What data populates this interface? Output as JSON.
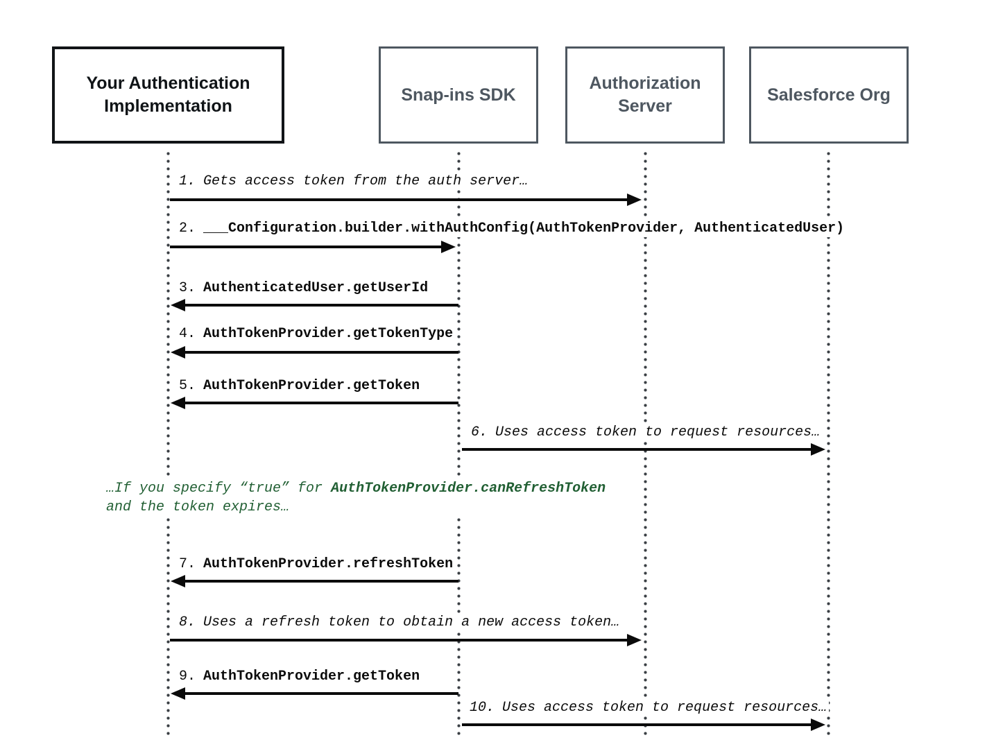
{
  "colors": {
    "background": "#ffffff",
    "primary_box_border": "#111417",
    "secondary_box": "#4e5760",
    "arrow": "#0b0b0b",
    "lifeline_dot": "#3a3f44",
    "note_green": "#215f33"
  },
  "actors": [
    {
      "label": "Your Authentication Implementation",
      "variant": "primary"
    },
    {
      "label": "Snap-ins SDK",
      "variant": "secondary"
    },
    {
      "label": "Authorization Server",
      "variant": "secondary"
    },
    {
      "label": "Salesforce Org",
      "variant": "secondary"
    }
  ],
  "messages": [
    {
      "num": "1.",
      "text": "Gets access token from the auth server…",
      "style": "italic",
      "from": "Your Authentication Implementation",
      "to": "Authorization Server"
    },
    {
      "num": "2.",
      "text": "___Configuration.builder.withAuthConfig(AuthTokenProvider, AuthenticatedUser)",
      "style": "code",
      "from": "Your Authentication Implementation",
      "to": "Snap-ins SDK"
    },
    {
      "num": "3.",
      "text": "AuthenticatedUser.getUserId",
      "style": "code",
      "from": "Snap-ins SDK",
      "to": "Your Authentication Implementation"
    },
    {
      "num": "4.",
      "text": "AuthTokenProvider.getTokenType",
      "style": "code",
      "from": "Snap-ins SDK",
      "to": "Your Authentication Implementation"
    },
    {
      "num": "5.",
      "text": "AuthTokenProvider.getToken",
      "style": "code",
      "from": "Snap-ins SDK",
      "to": "Your Authentication Implementation"
    },
    {
      "num": "6.",
      "text": "Uses access token to request resources…",
      "style": "italic",
      "from": "Snap-ins SDK",
      "to": "Salesforce Org"
    },
    {
      "num": "7.",
      "text": "AuthTokenProvider.refreshToken",
      "style": "code",
      "from": "Snap-ins SDK",
      "to": "Your Authentication Implementation"
    },
    {
      "num": "8.",
      "text": "Uses a refresh token to obtain a new access token…",
      "style": "italic",
      "from": "Your Authentication Implementation",
      "to": "Authorization Server"
    },
    {
      "num": "9.",
      "text": "AuthTokenProvider.getToken",
      "style": "code",
      "from": "Snap-ins SDK",
      "to": "Your Authentication Implementation"
    },
    {
      "num": "10.",
      "text": "Uses access token to request resources…",
      "style": "italic",
      "from": "Snap-ins SDK",
      "to": "Salesforce Org"
    }
  ],
  "note": {
    "lead": "…If you specify “true” for ",
    "code": "AuthTokenProvider.canRefreshToken",
    "line2": "and the token expires…"
  }
}
